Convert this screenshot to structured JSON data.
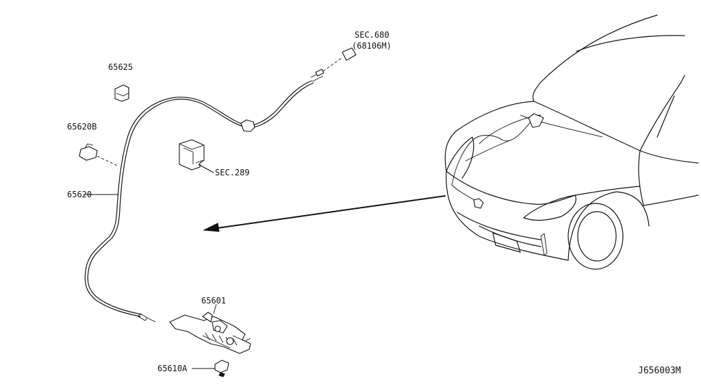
{
  "labels": {
    "sec680": "SEC.680",
    "sec680_code": "(68106M)",
    "p65625": "65625",
    "p65620b": "65620B",
    "p65620": "65620",
    "sec289": "SEC.289",
    "p65601": "65601",
    "p65610a": "65610A",
    "diagram_id": "J656003M"
  }
}
